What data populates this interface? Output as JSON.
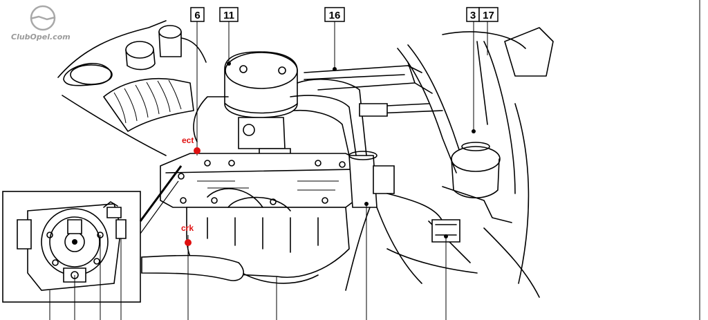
{
  "logo": {
    "text": "ClubOpel.com",
    "icon": "opel-logo-icon"
  },
  "callouts": [
    {
      "id": "6",
      "label": "6"
    },
    {
      "id": "11",
      "label": "11"
    },
    {
      "id": "16",
      "label": "16"
    },
    {
      "id": "3",
      "label": "3"
    },
    {
      "id": "17",
      "label": "17"
    }
  ],
  "markers": [
    {
      "id": "ect",
      "label": "ect",
      "color": "#e01010"
    },
    {
      "id": "crk",
      "label": "crk",
      "color": "#e01010"
    }
  ],
  "colors": {
    "line": "#000000",
    "marker": "#e01010",
    "logo": "#9a9a9a"
  }
}
